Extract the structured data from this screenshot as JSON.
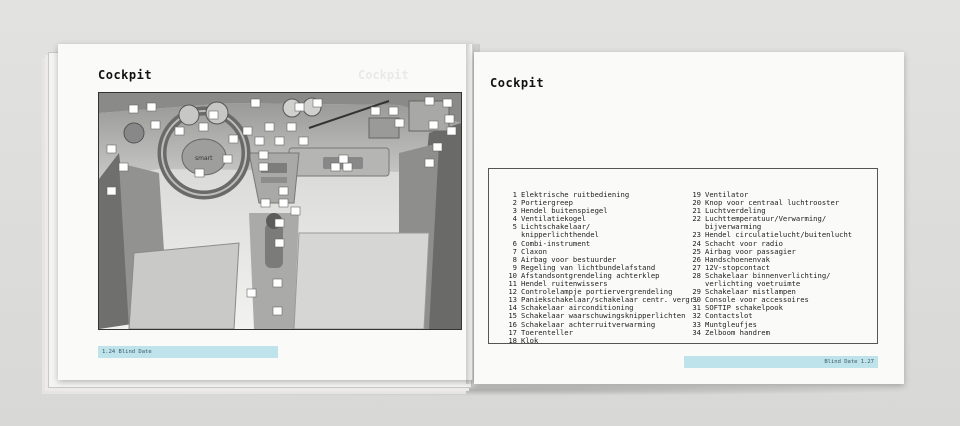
{
  "left_page": {
    "title": "Cockpit",
    "ghost_title": "Cockpit",
    "footer": "1.24   Blind Date"
  },
  "right_page": {
    "title": "Cockpit",
    "footer": "Blind Date   1.27"
  },
  "legend_left": [
    {
      "num": "1",
      "text": "Elektrische ruitbediening"
    },
    {
      "num": "2",
      "text": "Portiergreep"
    },
    {
      "num": "3",
      "text": "Hendel buitenspiegel"
    },
    {
      "num": "4",
      "text": "Ventilatiekogel"
    },
    {
      "num": "5",
      "text": "Lichtschakelaar/"
    },
    {
      "num": "",
      "text": "knipperlichthendel"
    },
    {
      "num": "6",
      "text": "Combi-instrument"
    },
    {
      "num": "7",
      "text": "Claxon"
    },
    {
      "num": "8",
      "text": "Airbag voor bestuurder"
    },
    {
      "num": "9",
      "text": "Regeling van lichtbundelafstand"
    },
    {
      "num": "10",
      "text": "Afstandsontgrendeling achterklep"
    },
    {
      "num": "11",
      "text": "Hendel ruitenwissers"
    },
    {
      "num": "12",
      "text": "Controlelampje portiervergrendeling"
    },
    {
      "num": "13",
      "text": "Paniekschakelaar/schakelaar centr. vergr."
    },
    {
      "num": "14",
      "text": "Schakelaar airconditioning"
    },
    {
      "num": "15",
      "text": "Schakelaar waarschuwingsknipperlichten"
    },
    {
      "num": "16",
      "text": "Schakelaar achterruitverwarming"
    },
    {
      "num": "17",
      "text": "Toerenteller"
    },
    {
      "num": "18",
      "text": "Klok"
    }
  ],
  "legend_right": [
    {
      "num": "19",
      "text": "Ventilator"
    },
    {
      "num": "20",
      "text": "Knop voor centraal luchtrooster"
    },
    {
      "num": "21",
      "text": "Luchtverdeling"
    },
    {
      "num": "22",
      "text": "Luchttemperatuur/Verwarming/"
    },
    {
      "num": "",
      "text": "bijverwarming"
    },
    {
      "num": "23",
      "text": "Hendel circulatielucht/buitenlucht"
    },
    {
      "num": "24",
      "text": "Schacht voor radio"
    },
    {
      "num": "25",
      "text": "Airbag voor passagier"
    },
    {
      "num": "26",
      "text": "Handschoenenvak"
    },
    {
      "num": "27",
      "text": "12V-stopcontact"
    },
    {
      "num": "28",
      "text": "Schakelaar binnenverlichting/"
    },
    {
      "num": "",
      "text": "verlichting voetruimte"
    },
    {
      "num": "29",
      "text": "Schakelaar mistlampen"
    },
    {
      "num": "30",
      "text": "Console voor accessoires"
    },
    {
      "num": "31",
      "text": "SOFTIP schakelpook"
    },
    {
      "num": "32",
      "text": "Contactslot"
    },
    {
      "num": "33",
      "text": "Muntgleufjes"
    },
    {
      "num": "34",
      "text": "Zelboom handrem"
    }
  ],
  "illustration": {
    "steering_logo": "smart"
  }
}
